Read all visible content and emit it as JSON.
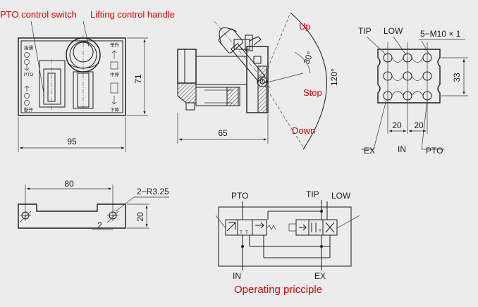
{
  "labels": {
    "pto_control_switch": "PTO control switch",
    "lifting_control_handle": "Lifting control handle",
    "up": "Up",
    "stop": "Stop",
    "down": "Down",
    "operating_principle": "Operating pricciple"
  },
  "panel": {
    "left_top": "接通",
    "left_pto": "PTO",
    "left_bottom": "断开",
    "right_top": "举升",
    "right_mid": "中停",
    "right_bottom": "下降"
  },
  "dimensions": {
    "front_width": "95",
    "front_height": "71",
    "side_depth": "65",
    "angle_30": "30°",
    "angle_120": "120°",
    "port_pitch_a": "20",
    "port_pitch_b": "20",
    "port_height": "33",
    "thread": "5−M10 × 1",
    "bracket_span": "80",
    "bracket_radius": "2−R3.25",
    "bracket_offset": "2",
    "bracket_height": "20"
  },
  "ports": {
    "tip": "TIP",
    "low": "LOW",
    "ex": "EX",
    "in": "IN",
    "pto": "PTO"
  },
  "schematic": {
    "pto": "PTO",
    "tip": "TIP",
    "low": "LOW",
    "in": "IN",
    "ex": "EX",
    "t1": "T",
    "t2": "T",
    "t3": "T"
  },
  "colors": {
    "label_red": "#e00000",
    "line": "#1a1a1a",
    "background": "#ececec"
  }
}
